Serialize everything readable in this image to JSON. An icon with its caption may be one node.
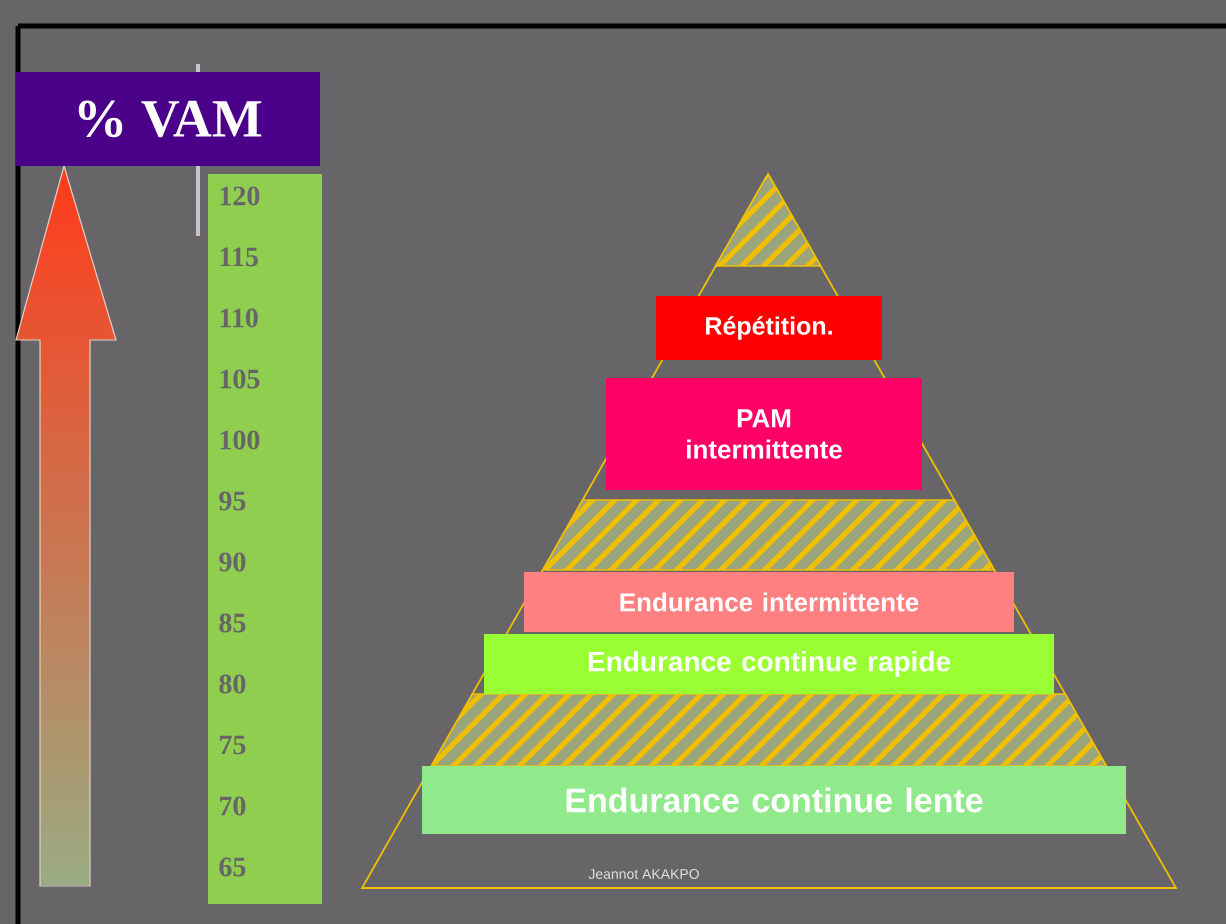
{
  "diagram": {
    "nodes": [
      {
        "text": [
          "% VAM"
        ]
      },
      {
        "text": [
          "120",
          "115",
          "110",
          "105",
          "100",
          "95",
          "90",
          "85",
          "80",
          "75",
          "70",
          "65"
        ]
      },
      {
        "text": [
          "Répétition."
        ]
      },
      {
        "text": [
          "PAM intermittente"
        ]
      },
      {
        "text": [
          "Endurance intermittente"
        ]
      },
      {
        "text": [
          "Endurance continue rapide"
        ]
      },
      {
        "text": [
          "Endurance continue lente"
        ]
      }
    ],
    "labels": [
      "Jeannot AKAKPO"
    ]
  }
}
